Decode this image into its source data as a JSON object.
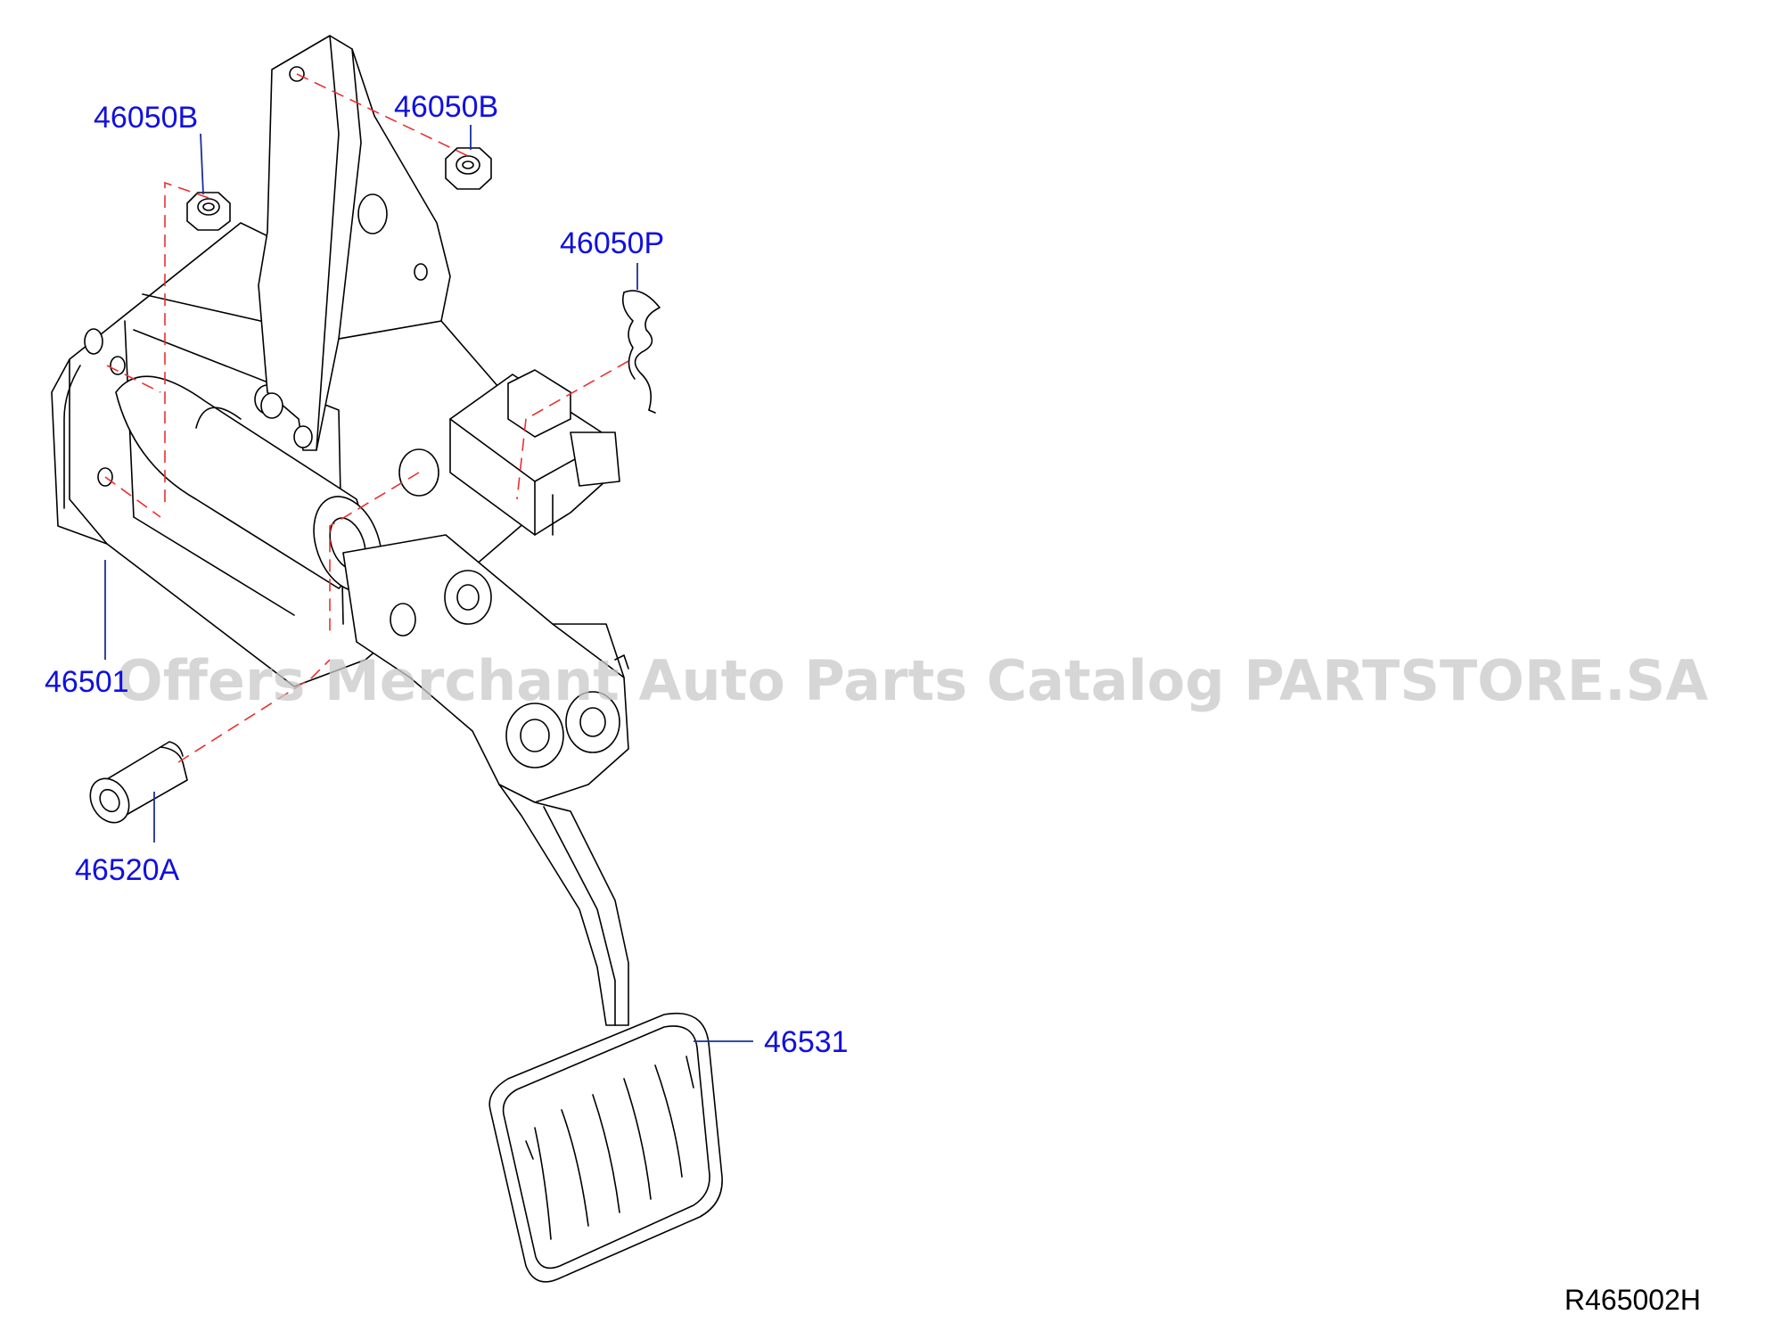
{
  "diagram": {
    "reference_code": "R465002H",
    "watermark": "Offers Merchant Auto Parts Catalog PARTSTORE.SA",
    "callouts": [
      {
        "id": "nut-left",
        "label": "46050B"
      },
      {
        "id": "nut-right",
        "label": "46050B"
      },
      {
        "id": "snap-pin",
        "label": "46050P"
      },
      {
        "id": "pedal-bracket",
        "label": "46501"
      },
      {
        "id": "stopper",
        "label": "46520A"
      },
      {
        "id": "pedal-pad",
        "label": "46531"
      }
    ],
    "colors": {
      "label": "#1010e0",
      "leader": "#1a2f9c",
      "phantom_line": "#e83030",
      "watermark": "#c8c8c8"
    }
  }
}
